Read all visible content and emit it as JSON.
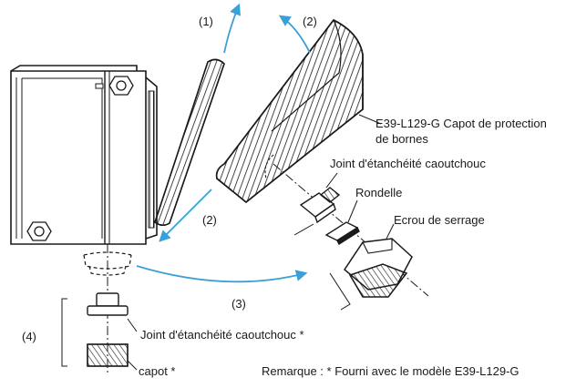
{
  "steps": {
    "step1": "(1)",
    "step2_top": "(2)",
    "step2_bottom": "(2)",
    "step3": "(3)",
    "step4": "(4)"
  },
  "labels": {
    "cover_line1": "E39-L129-G Capot de protection",
    "cover_line2": "de bornes",
    "gasket_upper": "Joint d'étanchéité caoutchouc",
    "washer": "Rondelle",
    "nut": "Ecrou de serrage",
    "gasket_lower": "Joint d'étanchéité caoutchouc *",
    "cap": "capot *"
  },
  "note": "Remarque : * Fourni avec le modèle E39-L129-G",
  "colors": {
    "line": "#1a1a1a",
    "arrow": "#3aa0d8"
  }
}
